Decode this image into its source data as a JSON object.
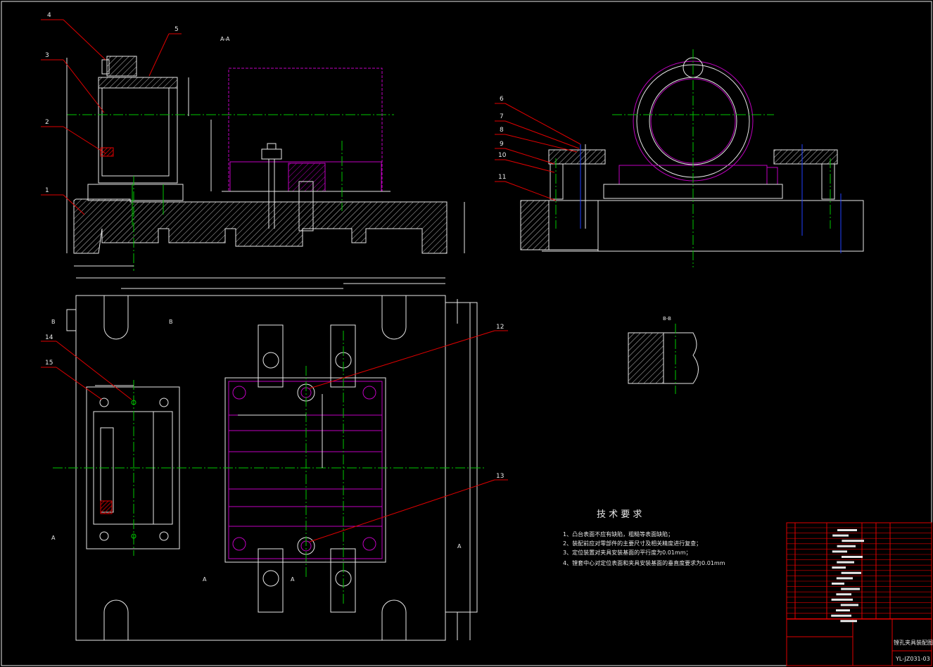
{
  "section_labels": {
    "section_aa": "A-A",
    "section_bb": "B-B",
    "cut_a": "A",
    "cut_b": "B"
  },
  "balloons": [
    "1",
    "2",
    "3",
    "4",
    "5",
    "6",
    "7",
    "8",
    "9",
    "10",
    "11",
    "12",
    "13",
    "14",
    "15"
  ],
  "tech_requirements": {
    "title": "技 术 要 求",
    "items": [
      "1、凸台表面不应有缺陷，粗糙等表面缺陷；",
      "2、装配前应对零部件的主要尺寸及相关精度进行复查；",
      "3、定位装置对夹具安装基面的平行度为0.01mm；",
      "4、镗套中心对定位表面和夹具安装基面的垂直度要求为0.01mm"
    ]
  },
  "title_block": {
    "drawing_name": "镗孔夹具装配图",
    "drawing_number": "YL-JZ031-03"
  },
  "colors": {
    "background": "#000000",
    "outline": "#e8e8e8",
    "centerline": "#00c800",
    "workpiece": "#c000c0",
    "leader": "#e00000",
    "bolt": "#2040ff"
  }
}
